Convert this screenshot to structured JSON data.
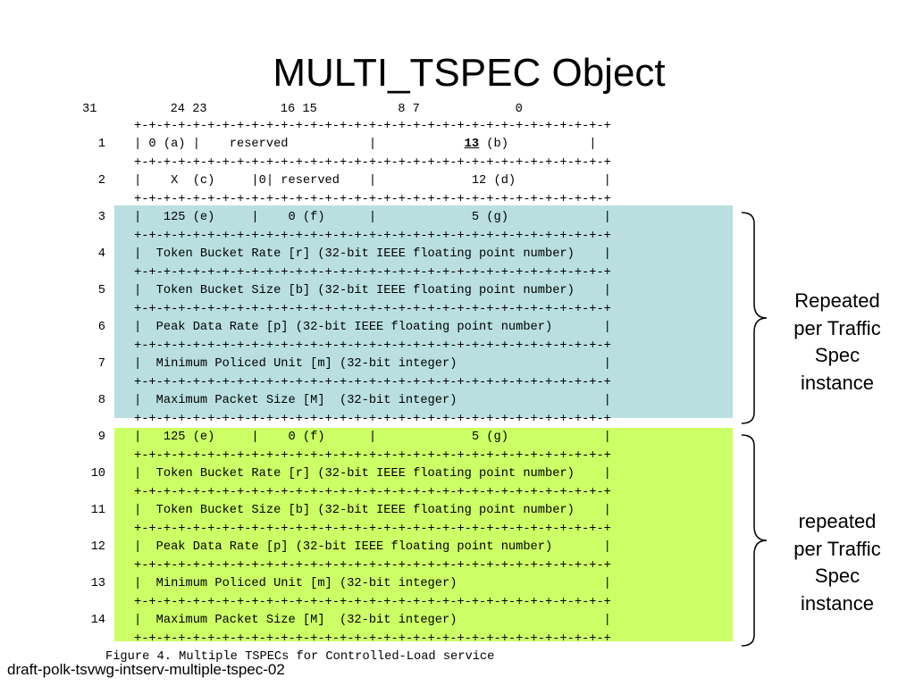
{
  "title": "MULTI_TSPEC Object",
  "bit_numbers": "31          24 23          16 15           8 7             0",
  "separator": "+-+-+-+-+-+-+-+-+-+-+-+-+-+-+-+-+-+-+-+-+-+-+-+-+-+-+-+-+-+-+-+-+",
  "rows": [
    {
      "num": "1",
      "pre": "| 0 (a) |    reserved           |            ",
      "bold": "13",
      "post": " (b)           |"
    },
    {
      "num": "2",
      "text": "|    X  (c)     |0| reserved    |             12 (d)            |"
    },
    {
      "num": "3",
      "text": "|   125 (e)     |    0 (f)      |             5 (g)             |"
    },
    {
      "num": "4",
      "text": "|  Token Bucket Rate [r] (32-bit IEEE floating point number)    |"
    },
    {
      "num": "5",
      "text": "|  Token Bucket Size [b] (32-bit IEEE floating point number)    |"
    },
    {
      "num": "6",
      "text": "|  Peak Data Rate [p] (32-bit IEEE floating point number)       |"
    },
    {
      "num": "7",
      "text": "|  Minimum Policed Unit [m] (32-bit integer)                    |"
    },
    {
      "num": "8",
      "text": "|  Maximum Packet Size [M]  (32-bit integer)                    |"
    },
    {
      "num": "9",
      "text": "|   125 (e)     |    0 (f)      |             5 (g)             |"
    },
    {
      "num": "10",
      "text": "|  Token Bucket Rate [r] (32-bit IEEE floating point number)    |"
    },
    {
      "num": "11",
      "text": "|  Token Bucket Size [b] (32-bit IEEE floating point number)    |"
    },
    {
      "num": "12",
      "text": "|  Peak Data Rate [p] (32-bit IEEE floating point number)       |"
    },
    {
      "num": "13",
      "text": "|  Minimum Policed Unit [m] (32-bit integer)                    |"
    },
    {
      "num": "14",
      "text": "|  Maximum Packet Size [M]  (32-bit integer)                    |"
    }
  ],
  "annotations": {
    "blue": [
      "Repeated",
      "per Traffic",
      "Spec",
      "instance"
    ],
    "green": [
      "repeated",
      "per Traffic",
      "Spec",
      "instance"
    ]
  },
  "colors": {
    "blue_band": "#b9dfe0",
    "green_band": "#ccff66"
  },
  "caption": "Figure 4. Multiple TSPECs for Controlled-Load service",
  "footer": "draft-polk-tsvwg-intserv-multiple-tspec-02"
}
